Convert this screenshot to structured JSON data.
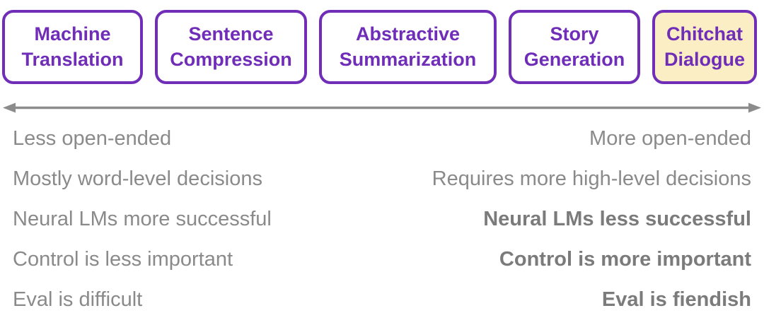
{
  "colors": {
    "purple": "#6F2DB8",
    "highlight": "#FBEEC4",
    "gray": "#8A8A8A",
    "boldgray": "#7B7B7B",
    "arrow": "#8C8C8C"
  },
  "tasks": {
    "boxes": [
      {
        "label": "Machine Translation",
        "highlighted": false
      },
      {
        "label": "Sentence Compression",
        "highlighted": false
      },
      {
        "label": "Abstractive Summarization",
        "highlighted": false
      },
      {
        "label": "Story Generation",
        "highlighted": false
      },
      {
        "label": "Chitchat Dialogue",
        "highlighted": true
      }
    ]
  },
  "spectrum": {
    "arrow": "double-headed-horizontal",
    "rows": [
      {
        "left": "Less open-ended",
        "right": "More open-ended",
        "right_bold": false
      },
      {
        "left": "Mostly word-level decisions",
        "right": "Requires more high-level decisions",
        "right_bold": false
      },
      {
        "left": "Neural LMs more successful",
        "right": "Neural LMs less successful",
        "right_bold": true
      },
      {
        "left": "Control is less important",
        "right": "Control is more important",
        "right_bold": true
      },
      {
        "left": "Eval is difficult",
        "right": "Eval is fiendish",
        "right_bold": true
      }
    ]
  }
}
